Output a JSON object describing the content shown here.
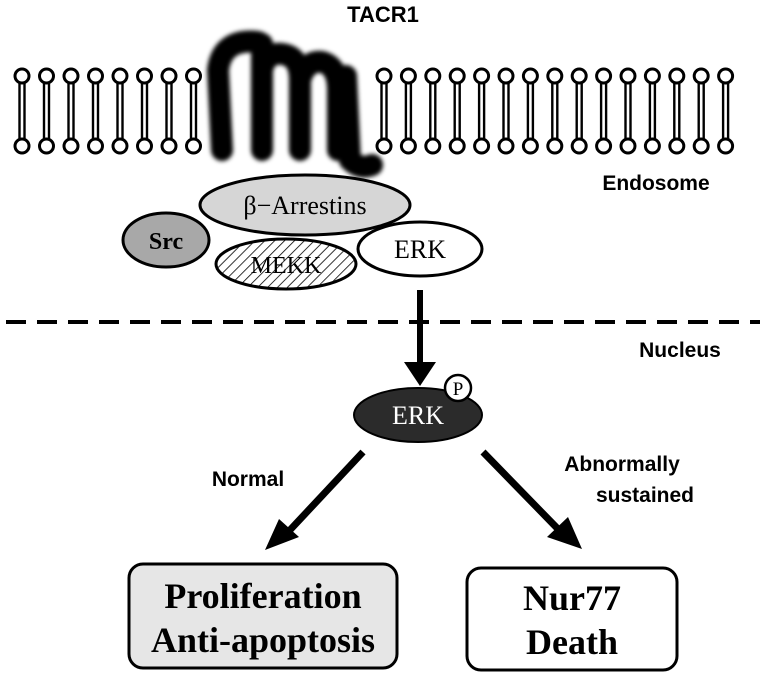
{
  "labels": {
    "receptor": "TACR1",
    "endosome": "Endosome",
    "nucleus": "Nucleus",
    "arrestins": "β−Arrestins",
    "src": "Src",
    "mekk": "MEKK",
    "erk": "ERK",
    "erk_nuclear": "ERK",
    "phospho": "P",
    "normal": "Normal",
    "abnormal_line1": "Abnormally",
    "abnormal_line2": "sustained"
  },
  "outcomes": {
    "left": {
      "line1": "Proliferation",
      "line2": "Anti-apoptosis"
    },
    "right": {
      "line1": "Nur77",
      "line2": "Death"
    }
  },
  "colors": {
    "outline": "#000000",
    "arrestins_fill": "#d6d6d6",
    "src_fill": "#a8a8a8",
    "erk_nuclear_fill": "#2b2b2b",
    "left_box_fill": "#e6e6e6",
    "right_box_fill": "#ffffff"
  }
}
